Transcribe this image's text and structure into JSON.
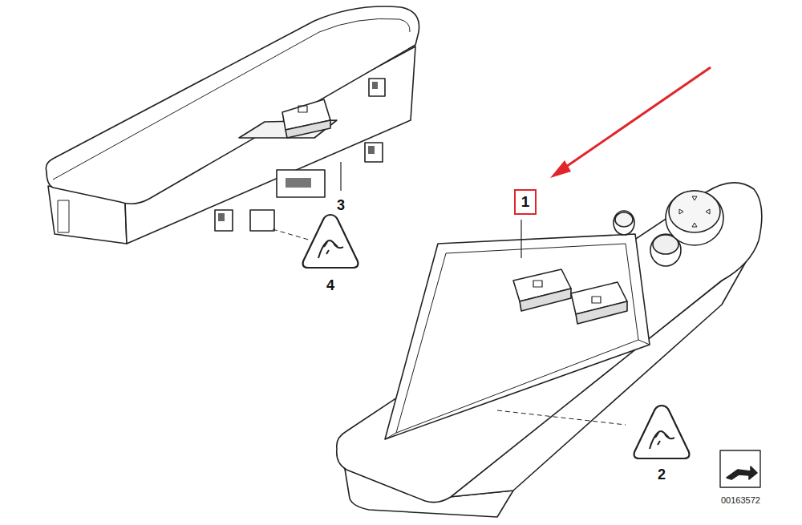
{
  "diagram": {
    "nodes": [
      {
        "text": [
          "1"
        ]
      }
    ],
    "labels": [
      "3",
      "4",
      "2",
      "00163572"
    ]
  }
}
